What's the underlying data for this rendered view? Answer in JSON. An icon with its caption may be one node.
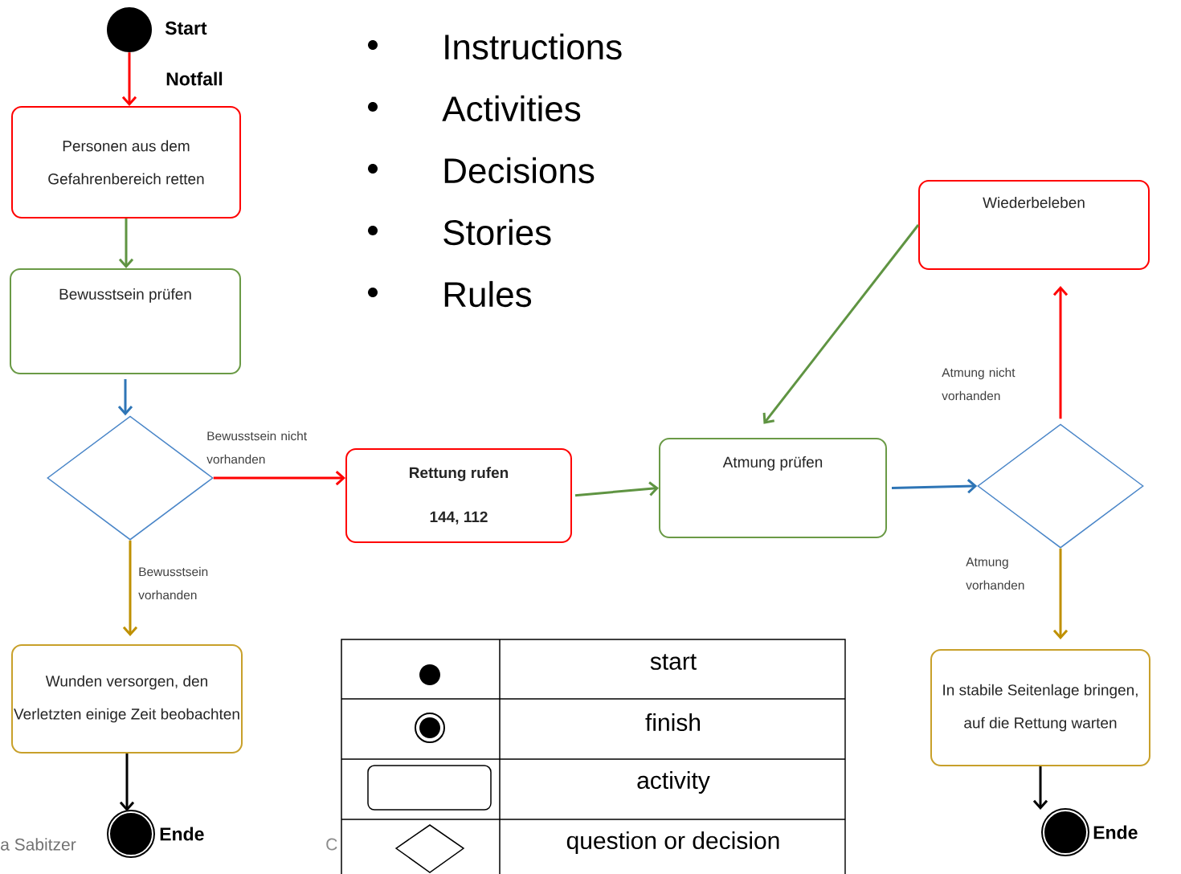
{
  "diagram": {
    "nodes": [
      {
        "text": [],
        "shape": "circle",
        "beside": [
          "Start"
        ]
      },
      {
        "text": [
          "Personen aus dem Gefahrenbereich retten"
        ]
      },
      {
        "text": [
          "Bewusstsein prüfen"
        ]
      },
      {
        "text": [],
        "shape": "diamond"
      },
      {
        "text": [
          "Rettung rufen",
          "144, 112"
        ]
      },
      {
        "text": [
          "Atmung prüfen"
        ]
      },
      {
        "text": [],
        "shape": "diamond"
      },
      {
        "text": [
          "Wiederbeleben"
        ]
      },
      {
        "text": [
          "Wunden versorgen, den Verletzten einige Zeit beobachten"
        ]
      },
      {
        "text": [],
        "shape": "bullseye",
        "beside": [
          "Ende"
        ]
      },
      {
        "text": [
          "In stabile Seitenlage bringen, auf die Rettung warten"
        ]
      },
      {
        "text": [],
        "shape": "bullseye",
        "beside": [
          "Ende"
        ]
      }
    ],
    "edges": [
      {
        "from": 0,
        "to": 1,
        "arrow": "to",
        "label": "Notfall",
        "color": "#ff0000"
      },
      {
        "from": 1,
        "to": 2,
        "arrow": "to",
        "color": "#5f9442"
      },
      {
        "from": 2,
        "to": 3,
        "arrow": "to",
        "color": "#2e75b6"
      },
      {
        "from": 3,
        "to": 4,
        "arrow": "to",
        "label": "Bewusstsein nicht vorhanden",
        "color": "#ff0000"
      },
      {
        "from": 3,
        "to": 8,
        "arrow": "to",
        "label": "Bewusstsein vorhanden",
        "color": "#bf9000"
      },
      {
        "from": 4,
        "to": 5,
        "arrow": "to",
        "color": "#5f9442"
      },
      {
        "from": 5,
        "to": 6,
        "arrow": "to",
        "color": "#2e75b6"
      },
      {
        "from": 6,
        "to": 7,
        "arrow": "to",
        "label": "Atmung nicht vorhanden",
        "color": "#ff0000"
      },
      {
        "from": 6,
        "to": 10,
        "arrow": "to",
        "label": "Atmung vorhanden",
        "color": "#bf9000"
      },
      {
        "from": 7,
        "to": 5,
        "arrow": "to",
        "color": "#5f9442"
      },
      {
        "from": 8,
        "to": 9,
        "arrow": "to",
        "color": "#000000"
      },
      {
        "from": 10,
        "to": 11,
        "arrow": "to",
        "color": "#000000"
      }
    ],
    "labels": [
      "Instructions",
      "Activities",
      "Decisions",
      "Stories",
      "Rules",
      "a Sabitzer",
      "C"
    ],
    "legend": [
      {
        "text": "start"
      },
      {
        "text": "finish"
      },
      {
        "text": "activity"
      },
      {
        "text": "question or decision"
      }
    ]
  }
}
